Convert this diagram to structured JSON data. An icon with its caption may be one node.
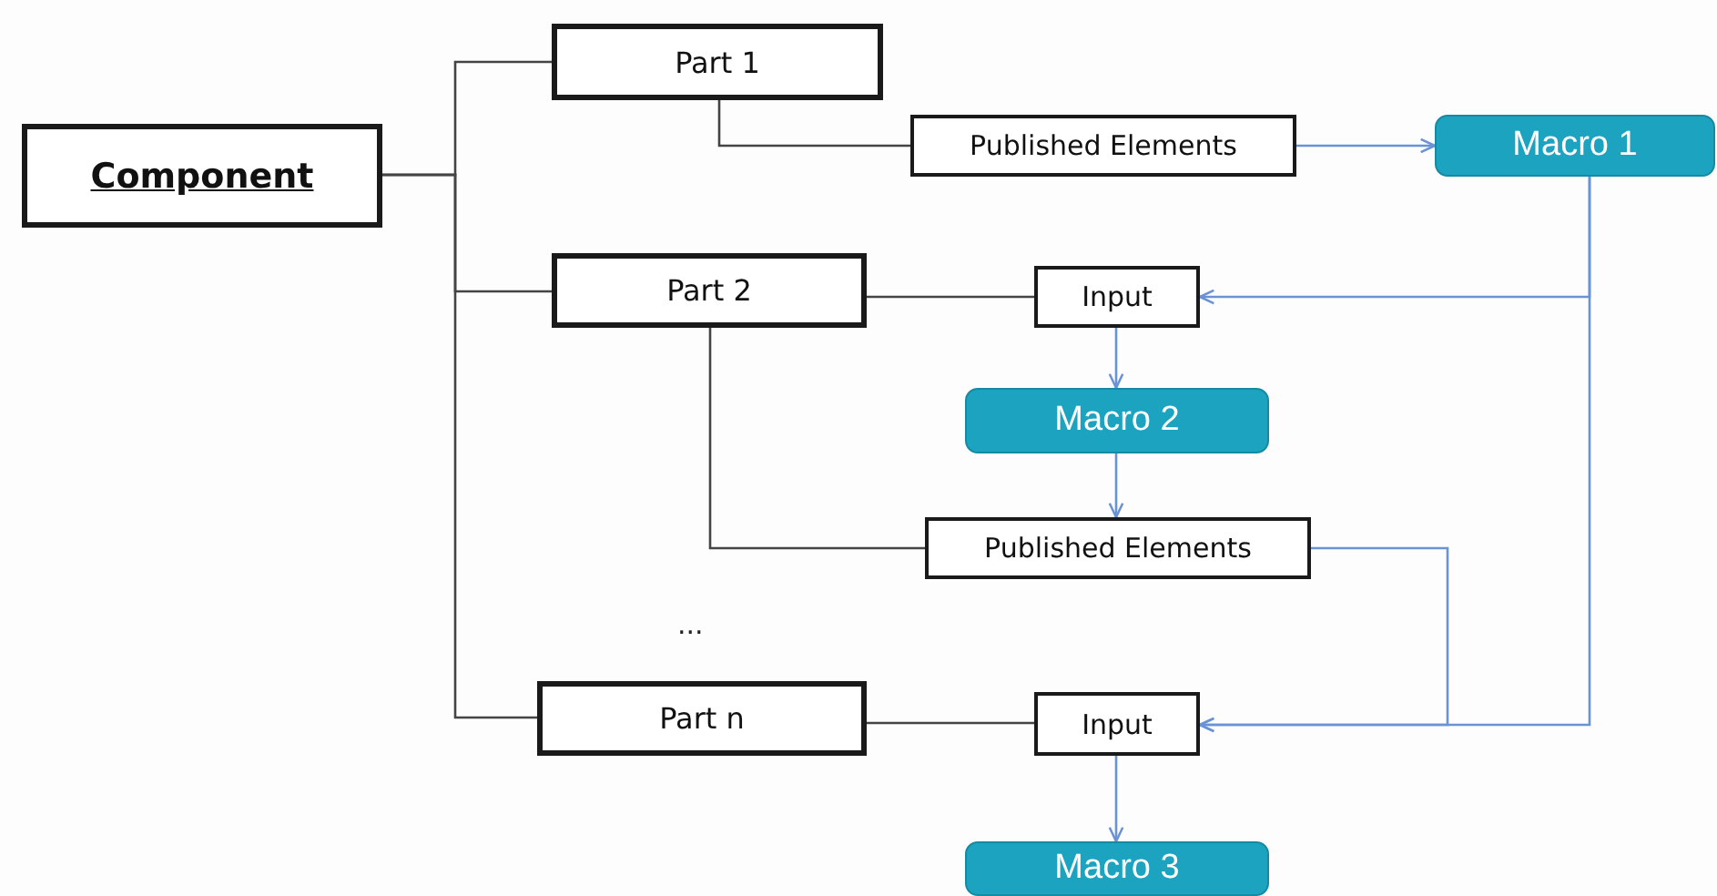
{
  "diagram": {
    "nodes": [
      {
        "text": [
          "Component"
        ]
      },
      {
        "text": [
          "Part 1"
        ]
      },
      {
        "text": [
          "Published Elements"
        ]
      },
      {
        "text": [
          "Macro 1"
        ]
      },
      {
        "text": [
          "Part 2"
        ]
      },
      {
        "text": [
          "Input"
        ]
      },
      {
        "text": [
          "Macro 2"
        ]
      },
      {
        "text": [
          "Published Elements"
        ]
      },
      {
        "text": [
          "Part n"
        ]
      },
      {
        "text": [
          "Input"
        ]
      },
      {
        "text": [
          "Macro 3"
        ]
      }
    ],
    "edges": [
      {
        "from": 0,
        "to": 1,
        "arrow": "none",
        "color": "#444444"
      },
      {
        "from": 0,
        "to": 4,
        "arrow": "none",
        "color": "#444444"
      },
      {
        "from": 0,
        "to": 8,
        "arrow": "none",
        "color": "#444444"
      },
      {
        "from": 1,
        "to": 2,
        "arrow": "none",
        "color": "#444444"
      },
      {
        "from": 2,
        "to": 3,
        "arrow": "to",
        "color": "#6a93d6"
      },
      {
        "from": 3,
        "to": 5,
        "arrow": "to",
        "color": "#6a93d6"
      },
      {
        "from": 4,
        "to": 5,
        "arrow": "none",
        "color": "#444444"
      },
      {
        "from": 5,
        "to": 6,
        "arrow": "to",
        "color": "#6a93d6"
      },
      {
        "from": 6,
        "to": 7,
        "arrow": "to",
        "color": "#6a93d6"
      },
      {
        "from": 4,
        "to": 7,
        "arrow": "none",
        "color": "#444444"
      },
      {
        "from": 7,
        "to": 9,
        "arrow": "to",
        "color": "#6a93d6"
      },
      {
        "from": 3,
        "to": 9,
        "arrow": "to",
        "color": "#6a93d6"
      },
      {
        "from": 8,
        "to": 9,
        "arrow": "none",
        "color": "#444444"
      },
      {
        "from": 9,
        "to": 10,
        "arrow": "to",
        "color": "#6a93d6"
      }
    ],
    "labels": [
      "..."
    ]
  }
}
